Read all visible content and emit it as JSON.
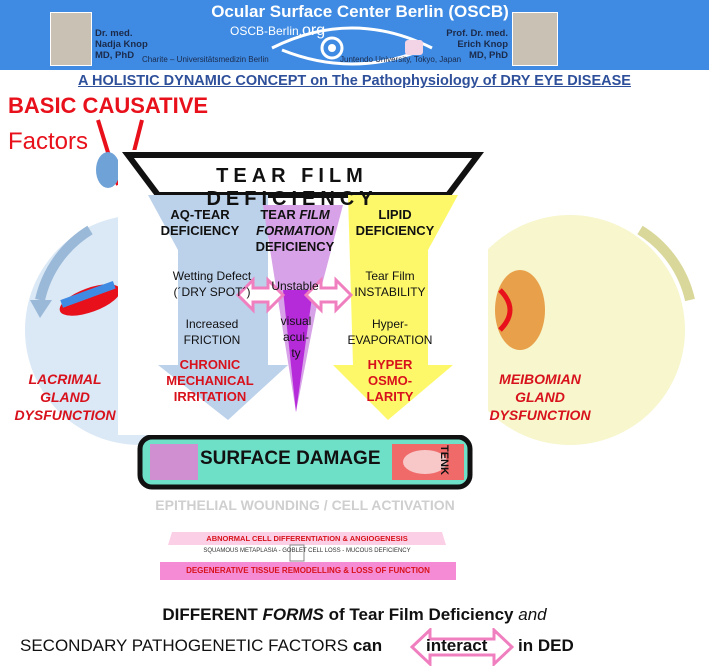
{
  "header": {
    "title": "Ocular Surface Center Berlin (OSCB)",
    "site_prefix": "OSCB-Berlin.",
    "site_suffix": "org",
    "left_person": {
      "prefix": "Dr. med.",
      "name": "Nadja Knop",
      "degree": "MD, PhD",
      "affiliation": "Charite – Universitätsmedizin Berlin"
    },
    "right_person": {
      "prefix": "Prof. Dr. med.",
      "name": "Erich Knop",
      "degree": "MD, PhD",
      "affiliation": "Juntendo University, Tokyo, Japan"
    }
  },
  "subtitle": "A HOLISTIC DYNAMIC CONCEPT on The Pathophysiology of DRY EYE DISEASE",
  "basic_causative": "BASIC CAUSATIVE",
  "factors": "Factors",
  "left_gland": [
    "LACRIMAL",
    "GLAND",
    "DYSFUNCTION"
  ],
  "right_gland": [
    "MEIBOMIAN",
    "GLAND",
    "DYSFUNCTION"
  ],
  "tear_film_deficiency": "TEAR FILM DEFICIENCY",
  "columns": {
    "aq": {
      "head": [
        "AQ-TEAR",
        "DEFICIENCY"
      ],
      "steps": [
        "Wetting Defect",
        "(´DRY SPOT´)",
        "Increased",
        "FRICTION"
      ],
      "result": [
        "CHRONIC",
        "MECHANICAL",
        "IRRITATION"
      ]
    },
    "formation": {
      "head_1": "TEAR",
      "head_2": "FILM",
      "head_3": "FORMATION",
      "head_4": "DEFICIENCY",
      "steps": [
        "Unstable"
      ],
      "result": [
        "visual",
        "acui-",
        "ty"
      ]
    },
    "lipid": {
      "head": [
        "LIPID",
        "DEFICIENCY"
      ],
      "steps": [
        "Tear Film",
        "INSTABILITY",
        "Hyper-",
        "EVAPORATION"
      ],
      "result": [
        "HYPER",
        "OSMO-",
        "LARITY"
      ]
    }
  },
  "surface_damage": "SURFACE DAMAGE",
  "tenk": "TENK",
  "epithelial": "EPITHELIAL WOUNDING / CELL ACTIVATION",
  "abnormal": "ABNORMAL CELL DIFFERENTIATION & ANGIOGENESIS",
  "squamous": "SQUAMOUS METAPLASIA  -  GOBLET CELL LOSS - MUCOUS DEFICIENCY",
  "degenerative": "DEGENERATIVE TISSUE REMODELLING & LOSS OF FUNCTION",
  "bottom": {
    "line1_a": "DIFFERENT",
    "line1_b": "FORMS",
    "line1_c": "of  Tear Film Deficiency",
    "line1_d": "and",
    "line2_a": "SECONDARY PATHOGENETIC FACTORS",
    "line2_b": "can",
    "interact": "interact",
    "line2_c": "in DED"
  },
  "colors": {
    "header_blue": "#3f8be3",
    "red": "#d8121c",
    "pink": "#f07fc0",
    "yellow": "#fdf86a",
    "teal": "#6fe0c8",
    "purple": "#b52ad9"
  }
}
